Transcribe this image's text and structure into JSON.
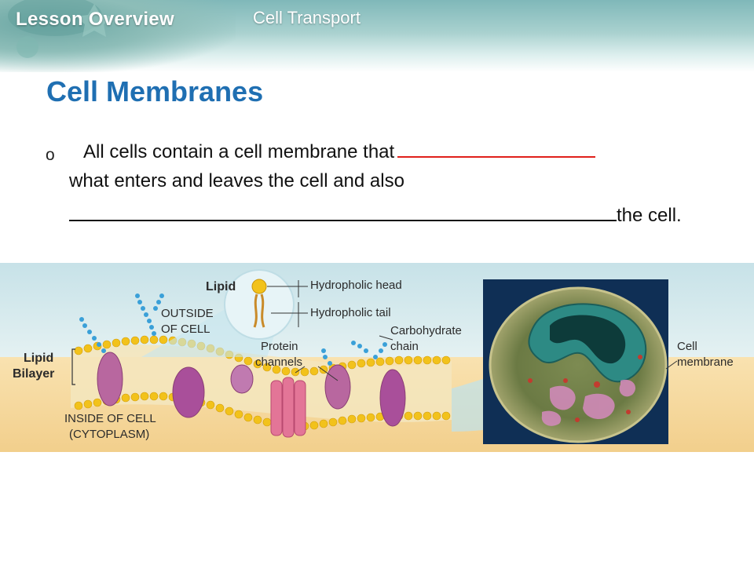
{
  "header": {
    "lesson_title": "Lesson Overview",
    "topic_title": "Cell Transport"
  },
  "slide": {
    "heading": "Cell Membranes",
    "bullet_marker": "o",
    "line1": "All cells contain a cell membrane that",
    "line2": "what enters and leaves the cell and also",
    "line3_end": "the cell."
  },
  "diagram": {
    "labels": {
      "lipid": "Lipid",
      "hydrophilic_head": "Hydropholic head",
      "hydrophilic_tail": "Hydropholic tail",
      "outside_line1": "OUTSIDE",
      "outside_line2": "OF CELL",
      "carbohydrate_line1": "Carbohydrate",
      "carbohydrate_line2": "chain",
      "protein_line1": "Protein",
      "protein_line2": "channels",
      "lipid_bilayer_line1": "Lipid",
      "lipid_bilayer_line2": "Bilayer",
      "inside_line1": "INSIDE OF CELL",
      "inside_line2": "(CYTOPLASM)",
      "cell_membrane_line1": "Cell",
      "cell_membrane_line2": "membrane"
    },
    "colors": {
      "outside_bg": "#cfe6ea",
      "inside_bg": "#f5d79c",
      "lipid_head": "#f2c21b",
      "protein": "#b8679f",
      "carbohydrate": "#3aa0d8",
      "micrograph_bg": "#0f2f55"
    }
  },
  "colors": {
    "heading": "#1f6fb2",
    "red_blank": "#e0201b"
  }
}
